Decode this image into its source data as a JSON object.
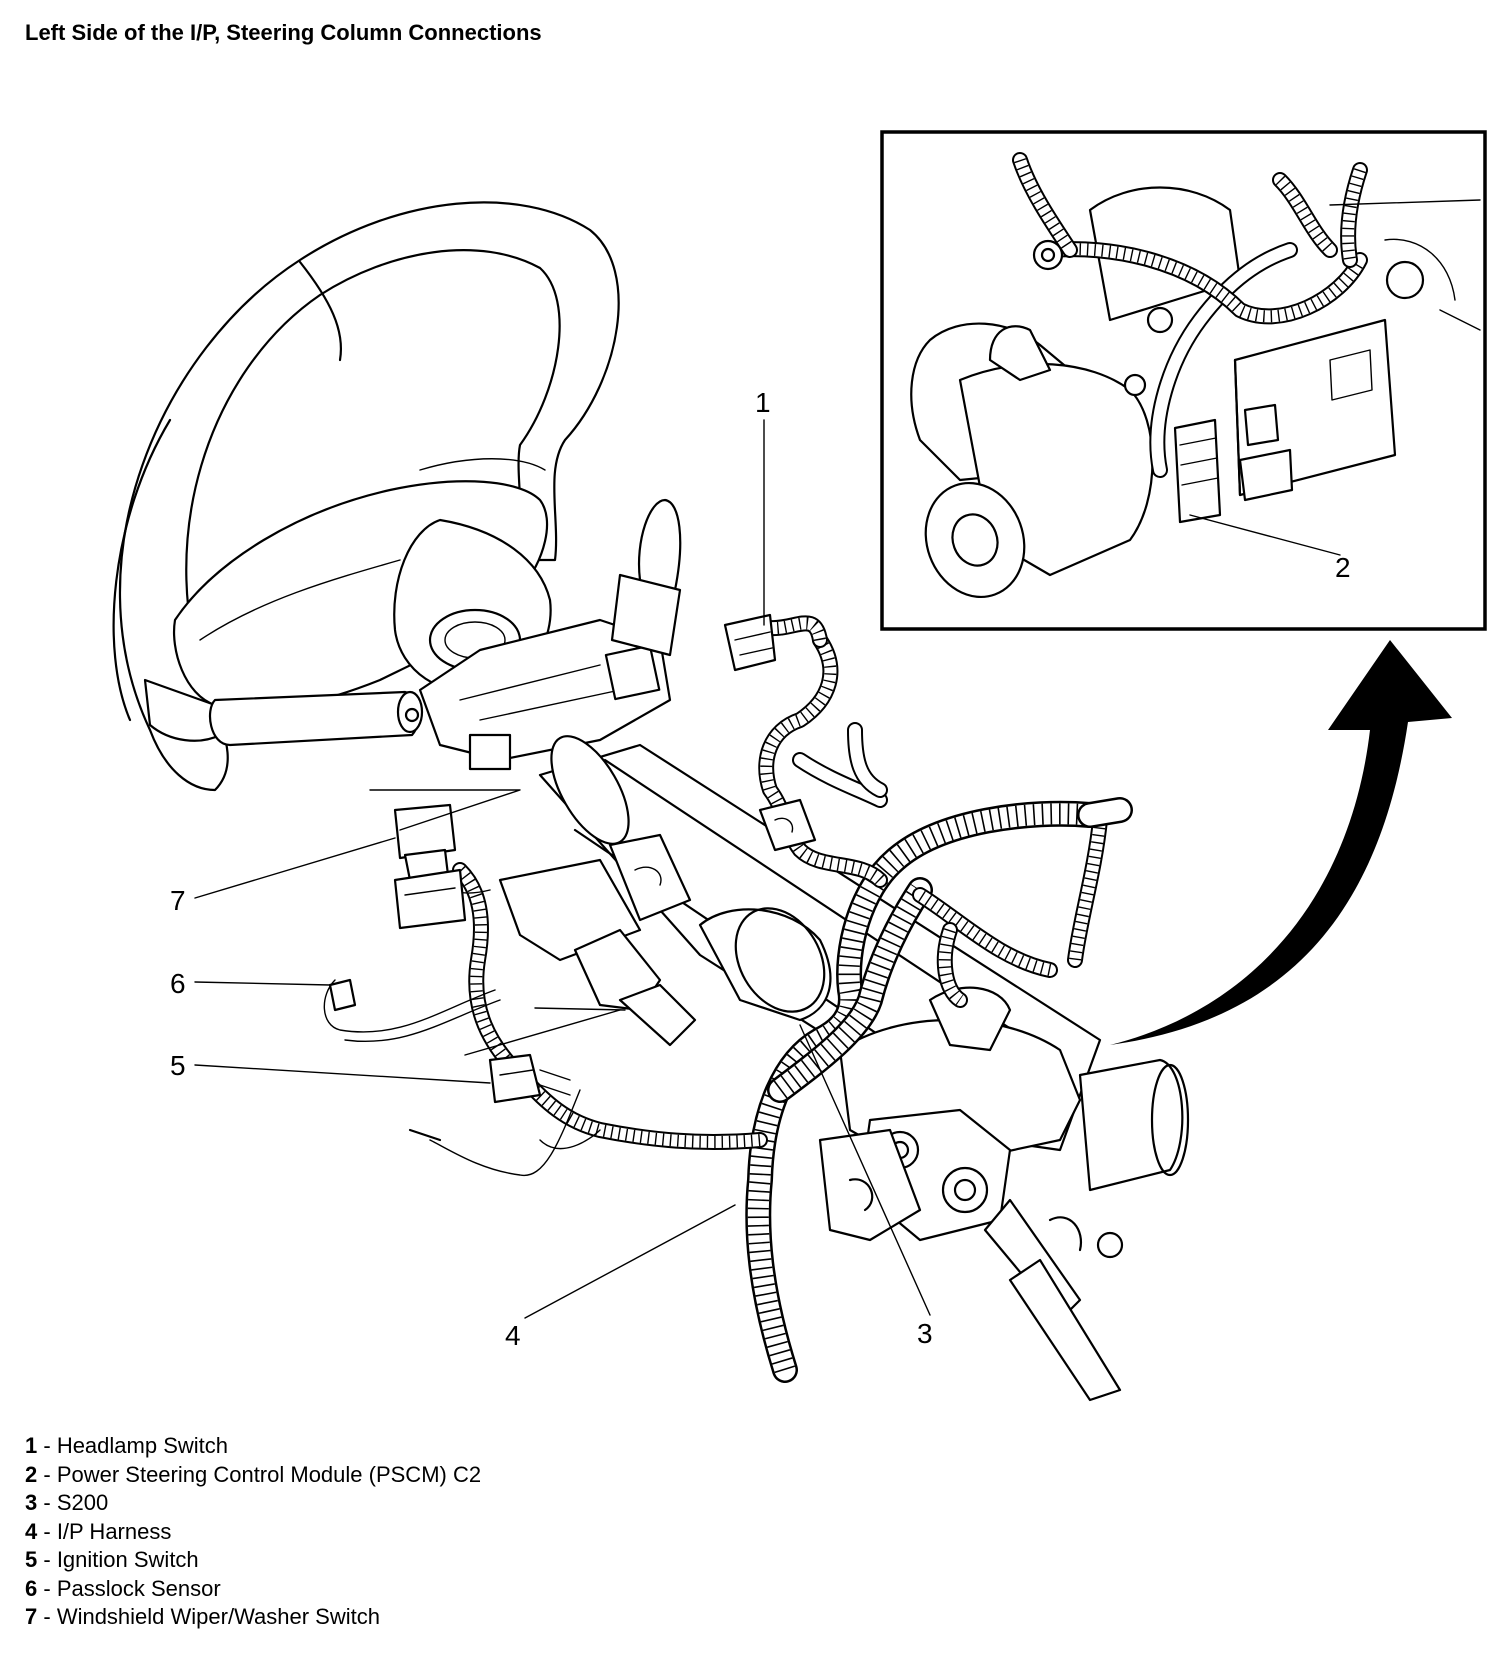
{
  "title": "Left Side of the I/P, Steering Column Connections",
  "callouts": [
    {
      "number": "1",
      "name": "Headlamp Switch"
    },
    {
      "number": "2",
      "name": "Power Steering Control Module (PSCM) C2"
    },
    {
      "number": "3",
      "name": "S200"
    },
    {
      "number": "4",
      "name": "I/P Harness"
    },
    {
      "number": "5",
      "name": "Ignition Switch"
    },
    {
      "number": "6",
      "name": "Passlock Sensor"
    },
    {
      "number": "7",
      "name": "Windshield Wiper/Washer Switch"
    }
  ],
  "legend_separator": " - ",
  "icons": {
    "detail_arrow": "curved-arrow-icon"
  }
}
